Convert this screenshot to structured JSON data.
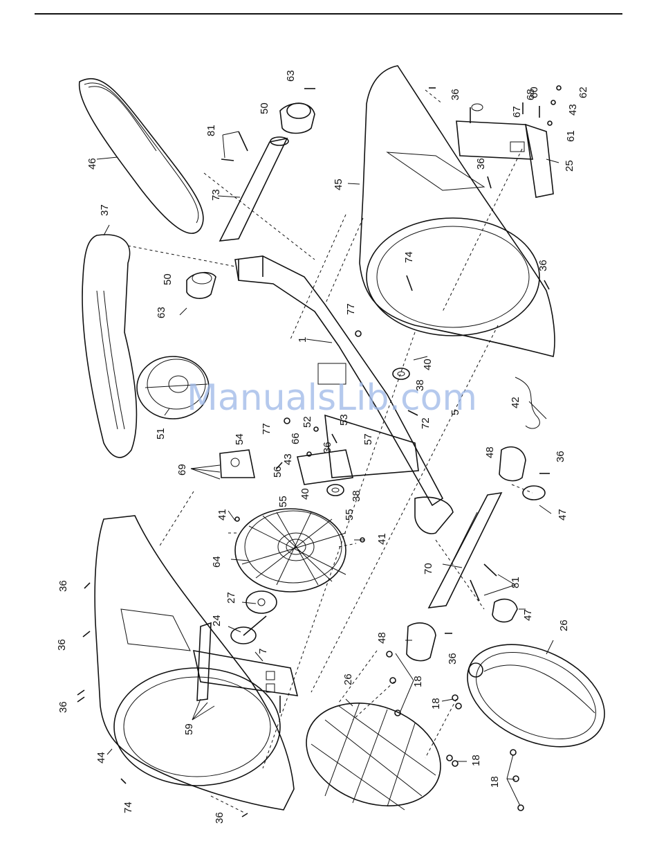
{
  "watermark": "ManualsLib.com",
  "callouts": [
    {
      "id": "c63a",
      "text": "63"
    },
    {
      "id": "c50a",
      "text": "50"
    },
    {
      "id": "c81a",
      "text": "81"
    },
    {
      "id": "c46",
      "text": "46"
    },
    {
      "id": "c73",
      "text": "73"
    },
    {
      "id": "c37",
      "text": "37"
    },
    {
      "id": "c50b",
      "text": "50"
    },
    {
      "id": "c63b",
      "text": "63"
    },
    {
      "id": "c1",
      "text": "1"
    },
    {
      "id": "c77a",
      "text": "77"
    },
    {
      "id": "c51",
      "text": "51"
    },
    {
      "id": "c77b",
      "text": "77"
    },
    {
      "id": "c52",
      "text": "52"
    },
    {
      "id": "c66",
      "text": "66"
    },
    {
      "id": "c43a",
      "text": "43"
    },
    {
      "id": "c56",
      "text": "56"
    },
    {
      "id": "c36a",
      "text": "36"
    },
    {
      "id": "c53",
      "text": "53"
    },
    {
      "id": "c57",
      "text": "57"
    },
    {
      "id": "c54",
      "text": "54"
    },
    {
      "id": "c69",
      "text": "69"
    },
    {
      "id": "c45",
      "text": "45"
    },
    {
      "id": "c36b",
      "text": "36"
    },
    {
      "id": "c68",
      "text": "68"
    },
    {
      "id": "c67",
      "text": "67"
    },
    {
      "id": "c60",
      "text": "60"
    },
    {
      "id": "c43b",
      "text": "43"
    },
    {
      "id": "c62",
      "text": "62"
    },
    {
      "id": "c61",
      "text": "61"
    },
    {
      "id": "c25",
      "text": "25"
    },
    {
      "id": "c36c",
      "text": "36"
    },
    {
      "id": "c74a",
      "text": "74"
    },
    {
      "id": "c36d",
      "text": "36"
    },
    {
      "id": "c40a",
      "text": "40"
    },
    {
      "id": "c38a",
      "text": "38"
    },
    {
      "id": "c5",
      "text": "5"
    },
    {
      "id": "c72",
      "text": "72"
    },
    {
      "id": "c42",
      "text": "42"
    },
    {
      "id": "c48a",
      "text": "48"
    },
    {
      "id": "c36e",
      "text": "36"
    },
    {
      "id": "c47a",
      "text": "47"
    },
    {
      "id": "c40b",
      "text": "40"
    },
    {
      "id": "c38b",
      "text": "38"
    },
    {
      "id": "c55a",
      "text": "55"
    },
    {
      "id": "c55b",
      "text": "55"
    },
    {
      "id": "c41a",
      "text": "41"
    },
    {
      "id": "c41b",
      "text": "41"
    },
    {
      "id": "c64",
      "text": "64"
    },
    {
      "id": "c70",
      "text": "70"
    },
    {
      "id": "c81b",
      "text": "81"
    },
    {
      "id": "c47b",
      "text": "47"
    },
    {
      "id": "c36f",
      "text": "36"
    },
    {
      "id": "c36g",
      "text": "36"
    },
    {
      "id": "c36h",
      "text": "36"
    },
    {
      "id": "c27",
      "text": "27"
    },
    {
      "id": "c24",
      "text": "24"
    },
    {
      "id": "c7",
      "text": "7"
    },
    {
      "id": "c48b",
      "text": "48"
    },
    {
      "id": "c36i",
      "text": "36"
    },
    {
      "id": "c26a",
      "text": "26"
    },
    {
      "id": "c26b",
      "text": "26"
    },
    {
      "id": "c59",
      "text": "59"
    },
    {
      "id": "c18a",
      "text": "18"
    },
    {
      "id": "c18b",
      "text": "18"
    },
    {
      "id": "c18c",
      "text": "18"
    },
    {
      "id": "c18d",
      "text": "18"
    },
    {
      "id": "c44",
      "text": "44"
    },
    {
      "id": "c74b",
      "text": "74"
    },
    {
      "id": "c36j",
      "text": "36"
    }
  ]
}
